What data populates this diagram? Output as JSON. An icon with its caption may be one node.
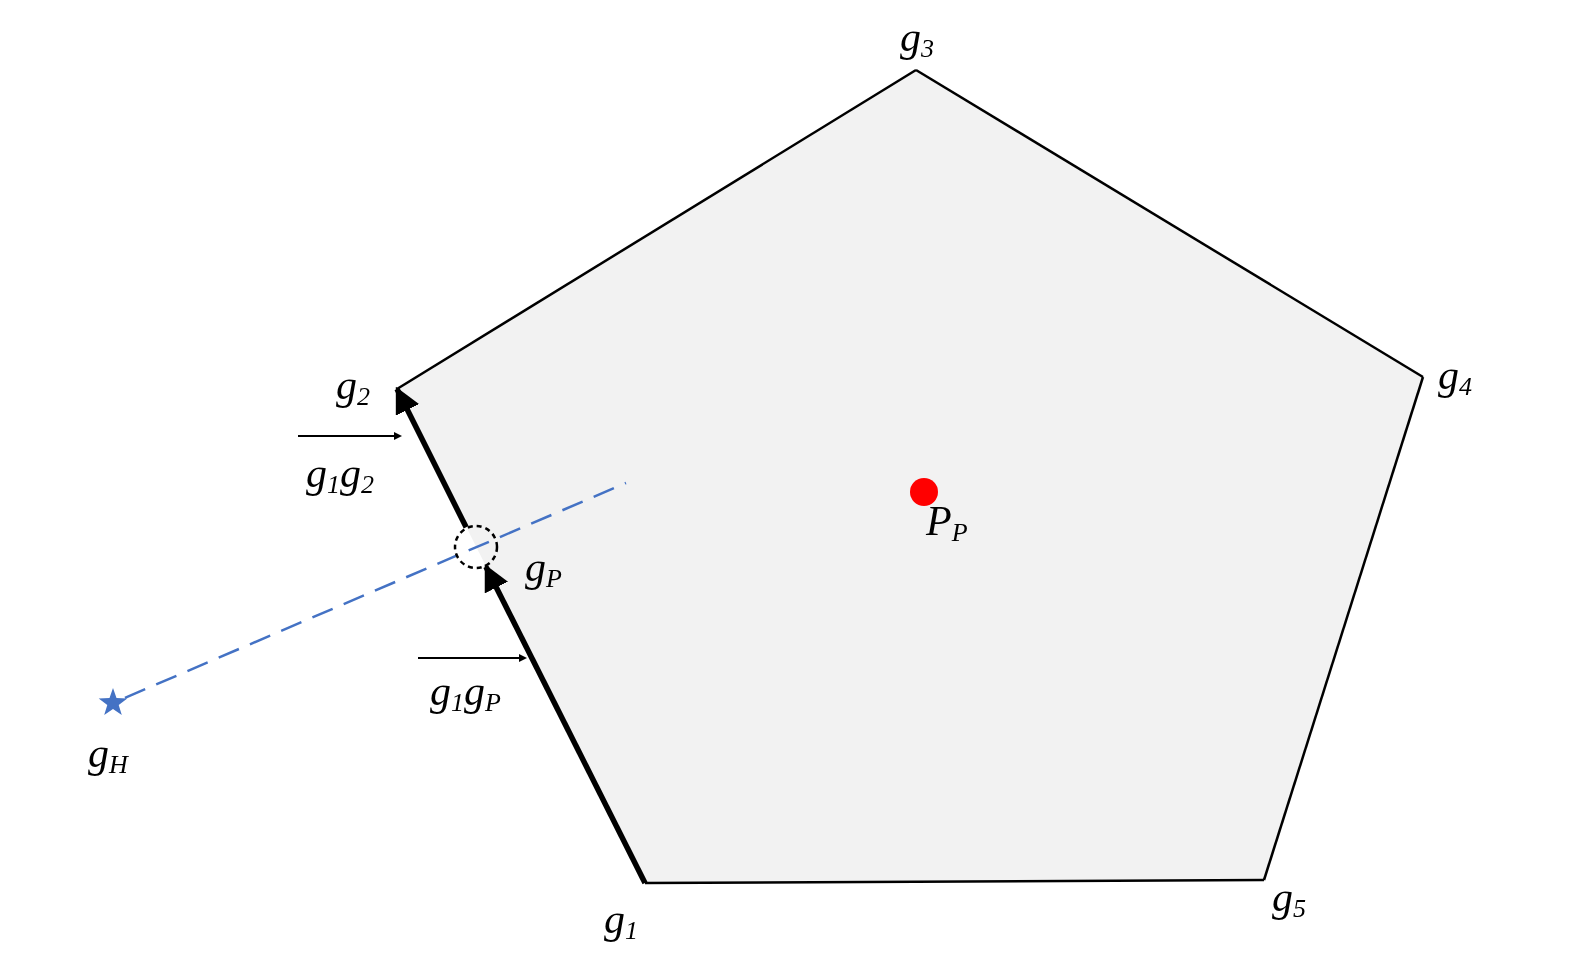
{
  "diagram": {
    "nodes": [
      {
        "text": [
          "g$_{1}$"
        ]
      },
      {
        "text": [
          "g$_{2}$"
        ]
      },
      {
        "text": [
          "g$_{3}$"
        ]
      },
      {
        "text": [
          "g$_{4}$"
        ]
      },
      {
        "text": [
          "g$_{5}$"
        ]
      },
      {
        "text": [
          "g$_{P}$"
        ]
      },
      {
        "text": [
          "g$_{H}$"
        ]
      },
      {
        "text": [
          "P$_{P}$"
        ]
      }
    ],
    "edges": [
      {
        "from": 0,
        "to": 5,
        "arrow": "to",
        "style": "thick"
      },
      {
        "from": 5,
        "to": 1,
        "arrow": "to",
        "style": "thick"
      },
      {
        "from": 1,
        "to": 2,
        "arrow": "none"
      },
      {
        "from": 2,
        "to": 3,
        "arrow": "none"
      },
      {
        "from": 3,
        "to": 4,
        "arrow": "none"
      },
      {
        "from": 4,
        "to": 0,
        "arrow": "none"
      },
      {
        "from": 6,
        "to": null,
        "arrow": "none",
        "style": "dashed",
        "color": "#4472c4"
      }
    ],
    "labels": [
      "g$_{1}$g$_{2}$",
      "g$_{1}$g$_{P}$"
    ]
  }
}
